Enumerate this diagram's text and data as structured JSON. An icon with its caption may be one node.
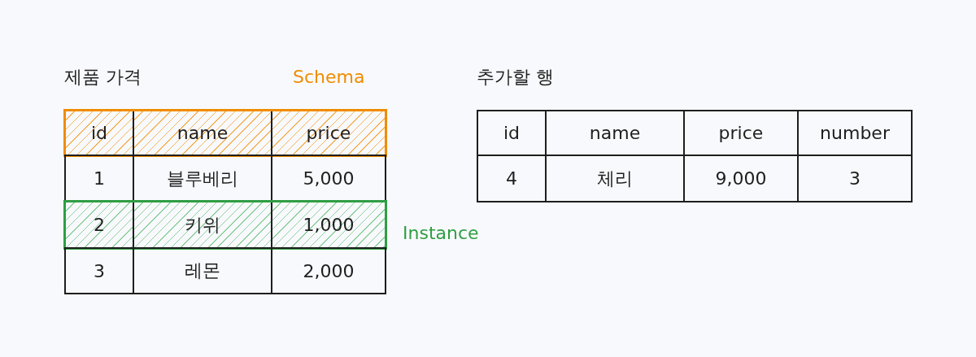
{
  "diagram": {
    "labels": [
      "제품 가격",
      "Schema",
      "추가할 행",
      "id",
      "name",
      "price",
      "1",
      "블루베리",
      "5,000",
      "2",
      "키위",
      "1,000",
      "3",
      "레몬",
      "2,000",
      "Instance",
      "id",
      "name",
      "price",
      "number",
      "4",
      "체리",
      "9,000",
      "3"
    ]
  }
}
